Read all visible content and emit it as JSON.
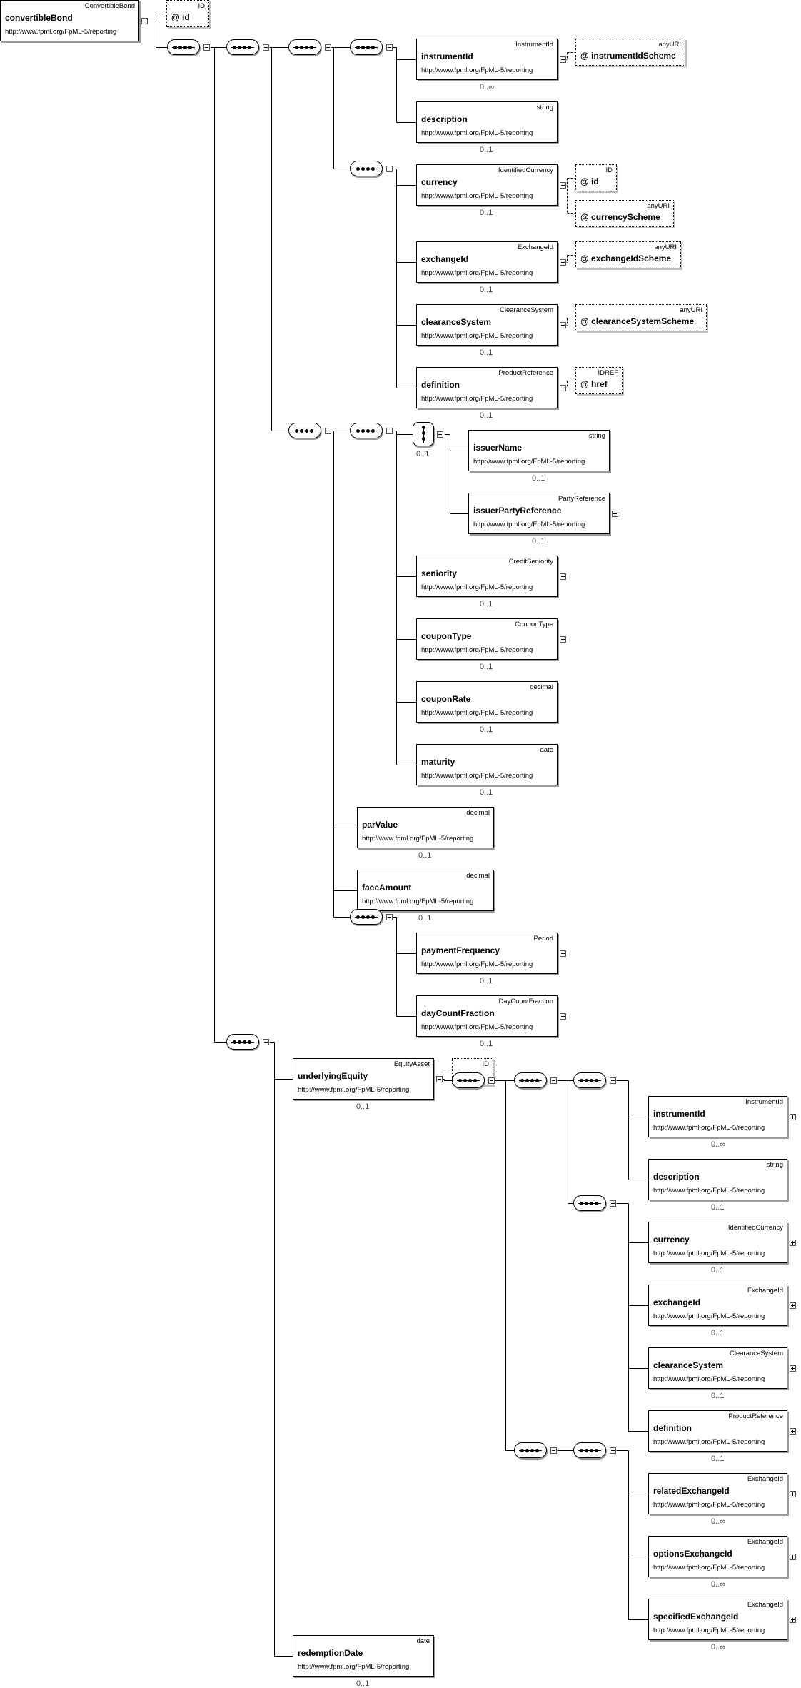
{
  "ns": "http://www.fpml.org/FpML-5/reporting",
  "elements": {
    "convertibleBond": {
      "type": "ConvertibleBond",
      "name": "convertibleBond"
    },
    "instrumentId": {
      "type": "InstrumentId",
      "name": "instrumentId",
      "card": "0..∞"
    },
    "description": {
      "type": "string",
      "name": "description",
      "card": "0..1"
    },
    "currency": {
      "type": "IdentifiedCurrency",
      "name": "currency",
      "card": "0..1"
    },
    "exchangeId": {
      "type": "ExchangeId",
      "name": "exchangeId",
      "card": "0..1"
    },
    "clearanceSystem": {
      "type": "ClearanceSystem",
      "name": "clearanceSystem",
      "card": "0..1"
    },
    "definition": {
      "type": "ProductReference",
      "name": "definition",
      "card": "0..1"
    },
    "issuerName": {
      "type": "string",
      "name": "issuerName",
      "card": "0..1"
    },
    "issuerPartyReference": {
      "type": "PartyReference",
      "name": "issuerPartyReference",
      "card": "0..1"
    },
    "seniority": {
      "type": "CreditSeniority",
      "name": "seniority",
      "card": "0..1"
    },
    "couponType": {
      "type": "CouponType",
      "name": "couponType",
      "card": "0..1"
    },
    "couponRate": {
      "type": "decimal",
      "name": "couponRate",
      "card": "0..1"
    },
    "maturity": {
      "type": "date",
      "name": "maturity",
      "card": "0..1"
    },
    "parValue": {
      "type": "decimal",
      "name": "parValue",
      "card": "0..1"
    },
    "faceAmount": {
      "type": "decimal",
      "name": "faceAmount",
      "card": "0..1"
    },
    "paymentFrequency": {
      "type": "Period",
      "name": "paymentFrequency",
      "card": "0..1"
    },
    "dayCountFraction": {
      "type": "DayCountFraction",
      "name": "dayCountFraction",
      "card": "0..1"
    },
    "underlyingEquity": {
      "type": "EquityAsset",
      "name": "underlyingEquity",
      "card": "0..1"
    },
    "eqInstrumentId": {
      "type": "InstrumentId",
      "name": "instrumentId",
      "card": "0..∞"
    },
    "eqDescription": {
      "type": "string",
      "name": "description",
      "card": "0..1"
    },
    "eqCurrency": {
      "type": "IdentifiedCurrency",
      "name": "currency",
      "card": "0..1"
    },
    "eqExchangeId": {
      "type": "ExchangeId",
      "name": "exchangeId",
      "card": "0..1"
    },
    "eqClearanceSystem": {
      "type": "ClearanceSystem",
      "name": "clearanceSystem",
      "card": "0..1"
    },
    "eqDefinition": {
      "type": "ProductReference",
      "name": "definition",
      "card": "0..1"
    },
    "relatedExchangeId": {
      "type": "ExchangeId",
      "name": "relatedExchangeId",
      "card": "0..∞"
    },
    "optionsExchangeId": {
      "type": "ExchangeId",
      "name": "optionsExchangeId",
      "card": "0..∞"
    },
    "specifiedExchangeId": {
      "type": "ExchangeId",
      "name": "specifiedExchangeId",
      "card": "0..∞"
    },
    "redemptionDate": {
      "type": "date",
      "name": "redemptionDate",
      "card": "0..1"
    }
  },
  "attributes": {
    "cbId": {
      "type": "ID",
      "name": "id"
    },
    "instrumentIdScheme": {
      "type": "anyURI",
      "name": "instrumentIdScheme"
    },
    "currencyId": {
      "type": "ID",
      "name": "id"
    },
    "currencyScheme": {
      "type": "anyURI",
      "name": "currencyScheme"
    },
    "exchangeIdScheme": {
      "type": "anyURI",
      "name": "exchangeIdScheme"
    },
    "clearanceSystemScheme": {
      "type": "anyURI",
      "name": "clearanceSystemScheme"
    },
    "href": {
      "type": "IDREF",
      "name": "href"
    },
    "eqId": {
      "type": "ID",
      "name": "id"
    }
  },
  "choice_card": "0..1",
  "attr_marker": "@"
}
